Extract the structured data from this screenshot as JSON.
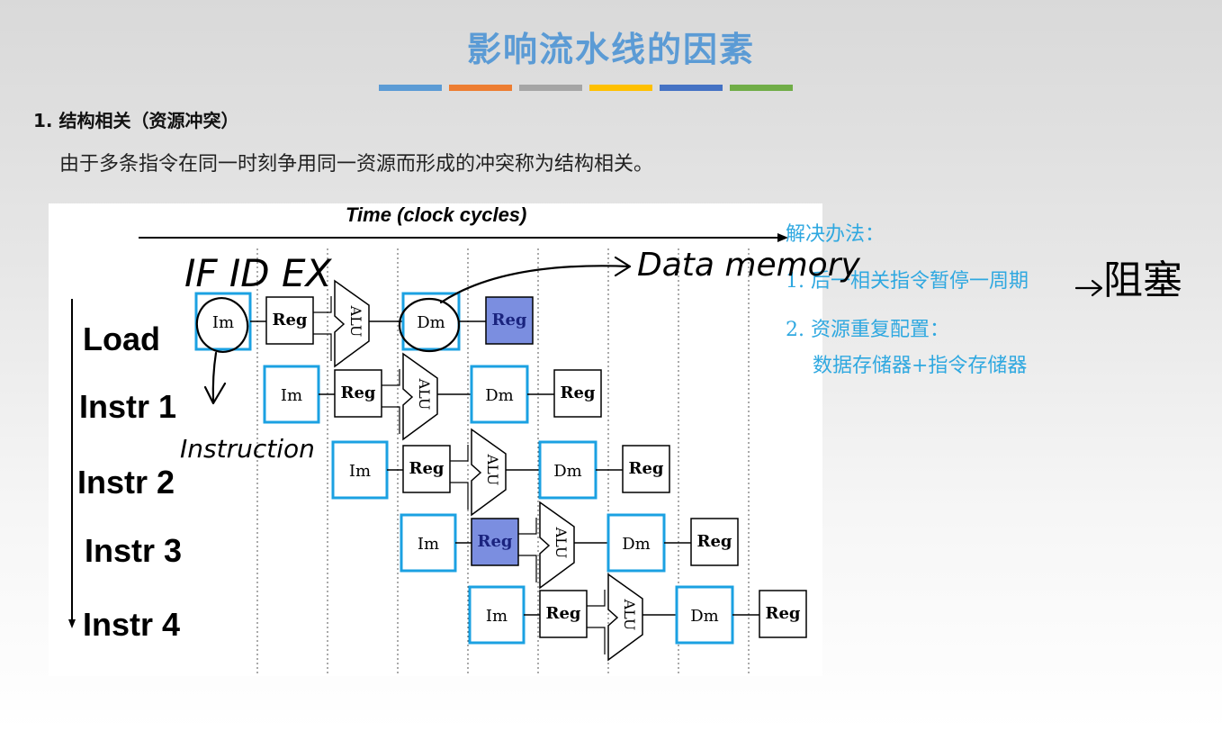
{
  "slide": {
    "title": "影响流水线的因素",
    "accent_bars": [
      "#5b9bd5",
      "#ed7d31",
      "#a5a5a5",
      "#ffc000",
      "#4472c4",
      "#70ad47"
    ],
    "heading": "1. 结构相关（资源冲突）",
    "description": "由于多条指令在同一时刻争用同一资源而形成的冲突称为结构相关。"
  },
  "diagram": {
    "time_label": "Time (clock cycles)",
    "rows": [
      "Load",
      "Instr 1",
      "Instr 2",
      "Instr 3",
      "Instr 4"
    ],
    "stage_labels": {
      "im": "Im",
      "reg": "Reg",
      "alu": "ALU",
      "dm": "Dm"
    },
    "colors": {
      "highlight_border": "#1ba1e2",
      "conflict_fill": "#7b8ee0"
    }
  },
  "annotations": {
    "stages": "IF ID EX",
    "data_memory": "Data memory",
    "instruction": "Instruction",
    "blocking": "阻塞"
  },
  "solution": {
    "title": "解决办法：",
    "item1": "1. 后一相关指令暂停一周期",
    "item2": "2. 资源重复配置：",
    "item2_detail": "数据存储器+指令存储器",
    "color": "#2fa8e0"
  }
}
